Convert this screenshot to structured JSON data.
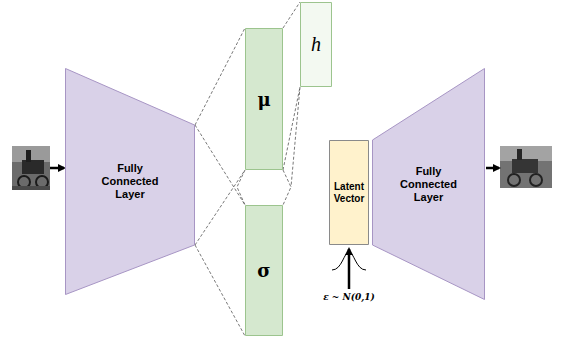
{
  "diagram": {
    "nodes": [
      {
        "text": [
          "Fully Connected Layer"
        ]
      },
      {
        "text": [
          "μ"
        ]
      },
      {
        "text": [
          "σ"
        ]
      },
      {
        "text": [
          "h"
        ]
      },
      {
        "text": [
          "Latent Vector"
        ]
      },
      {
        "text": [
          "Fully Connected Layer"
        ]
      }
    ],
    "edges": [
      {
        "from": 0,
        "to": 1,
        "arrow": "none"
      },
      {
        "from": 0,
        "to": 2,
        "arrow": "none"
      },
      {
        "from": 1,
        "to": 3,
        "arrow": "none"
      }
    ],
    "labels": [
      "ε ~ N(0,1)"
    ]
  }
}
